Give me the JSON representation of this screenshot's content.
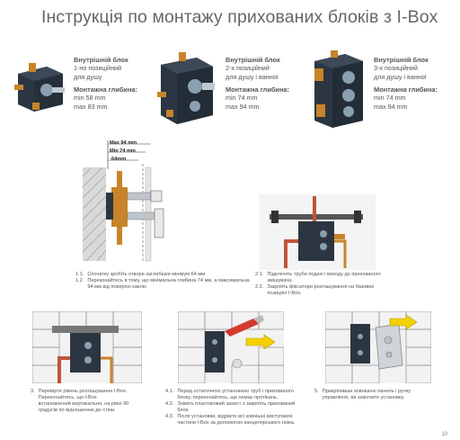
{
  "title": "Інструкція по монтажу прихованих блоків з I-Box",
  "products": [
    {
      "heading": "Внутрішній блок",
      "lines": [
        "1-но позиційний",
        "для душу"
      ],
      "depth_heading": "Монтажна глибина:",
      "depth_lines": [
        "min 58 mm",
        "max 83 mm"
      ]
    },
    {
      "heading": "Внутрішній блок",
      "lines": [
        "2-х позиційний",
        "для душу і ванної"
      ],
      "depth_heading": "Монтажна глибина:",
      "depth_lines": [
        "min 74 mm",
        "max 94 mm"
      ]
    },
    {
      "heading": "Внутрішній блок",
      "lines": [
        "3-х позиційний",
        "для душу і ванної"
      ],
      "depth_heading": "Монтажна глибина:",
      "depth_lines": [
        "min 74 mm",
        "max 94 mm"
      ]
    }
  ],
  "dimensions": {
    "max": "Max 94 mm",
    "min": "Min 74 mm",
    "depth": "64mm"
  },
  "steps": {
    "s1": [
      {
        "n": "1.1.",
        "t": "Спочатку зробіть отвори заглибшки мінімум 64 мм"
      },
      {
        "n": "1.2.",
        "t": "Переконайтесь в тому, що мінімальна глибина 74 мм, а максимальна 94 мм від поверхні каклю"
      }
    ],
    "s2": [
      {
        "n": "2.1.",
        "t": "Підключіть труби подачі і виходу до прихованого змішувача."
      },
      {
        "n": "2.2.",
        "t": "Закріпіть фіксатори розташування на базових позиціях I-Box."
      }
    ],
    "s3": [
      {
        "n": "3.",
        "t": "Перевірте рівень розташування I-Box. Переконайтесь, що I-Box встановлений вертикально, на рівні 90 градусів по відношенню до стіни."
      }
    ],
    "s4": [
      {
        "n": "4.1.",
        "t": "Перед остаточною установкою труб і прихованого блоку, переконайтесь, що немає протікань."
      },
      {
        "n": "4.2.",
        "t": "Зніміть пластиковий захист з закріпіть прихований блок."
      },
      {
        "n": "4.3.",
        "t": "Після установки, відріжте всі зовнішні виступаючі частини I-Box за допомогою канцелярського ножа."
      }
    ],
    "s5": [
      {
        "n": "5.",
        "t": "Прикріпивши зовнішню панель і ручку управління, ви закінчите установку."
      }
    ]
  },
  "page_number": "10",
  "colors": {
    "title": "#666666",
    "box": "#2c3642",
    "brass": "#c8842a",
    "arrow": "#f5d000",
    "blade": "#d43a2f",
    "tile": "#9a9a9a",
    "pipe_red": "#c2553a"
  }
}
